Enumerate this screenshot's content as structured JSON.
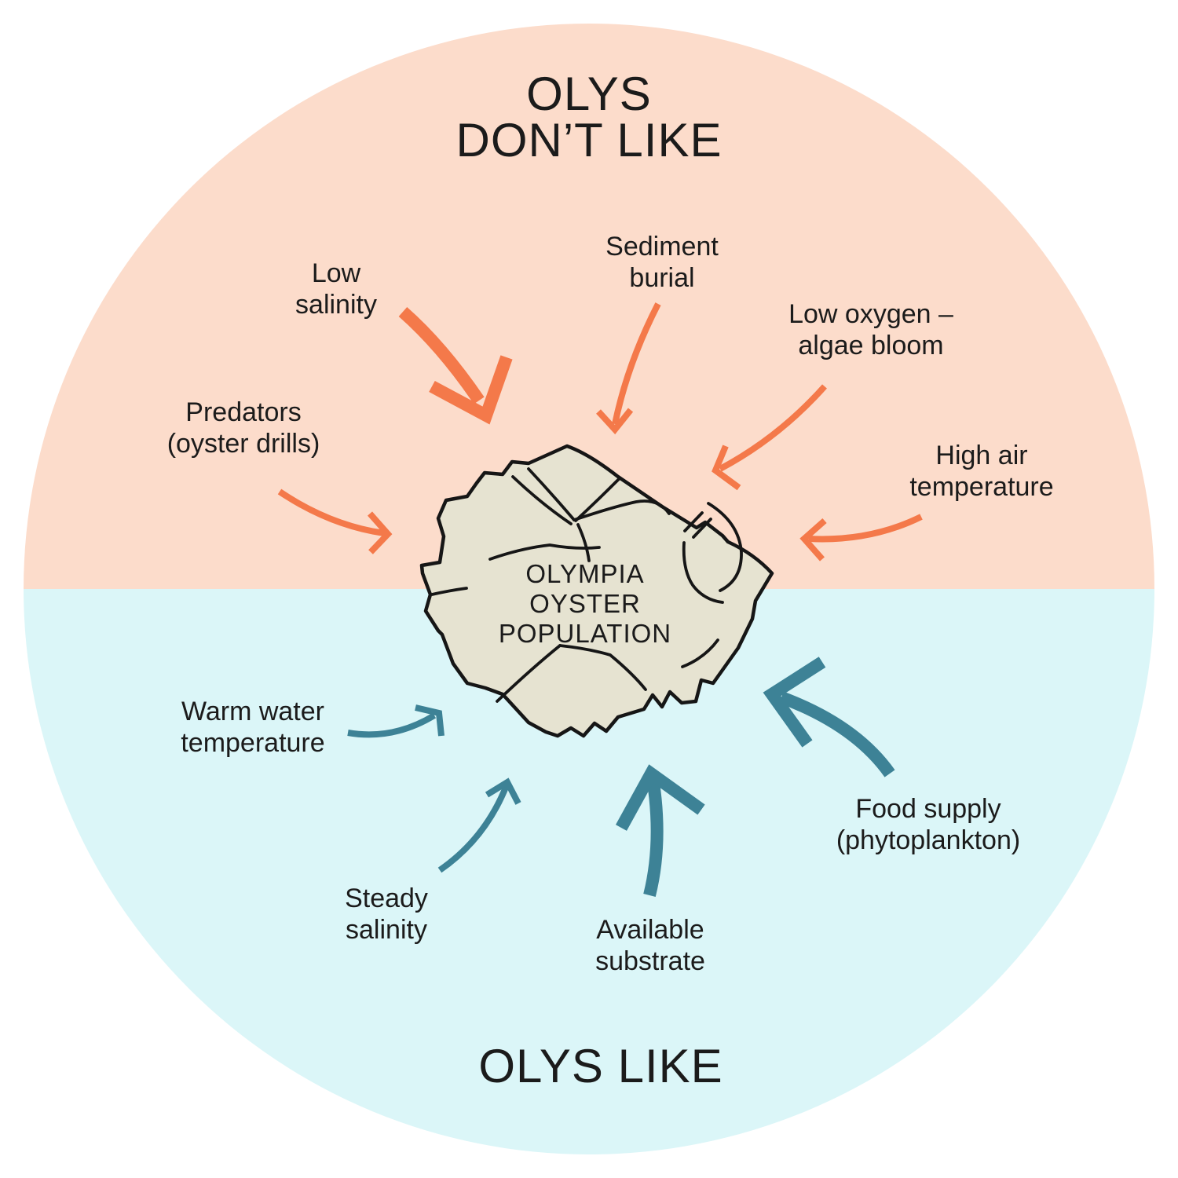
{
  "diagram": {
    "top_section": {
      "title": "OLYS\nDON’T LIKE",
      "factors": [
        {
          "label": "Low\nsalinity",
          "arrow": "strong"
        },
        {
          "label": "Sediment\nburial",
          "arrow": "normal"
        },
        {
          "label": "Low oxygen –\nalgae bloom",
          "arrow": "normal"
        },
        {
          "label": "High air\ntemperature",
          "arrow": "normal"
        },
        {
          "label": "Predators\n(oyster drills)",
          "arrow": "normal"
        }
      ]
    },
    "bottom_section": {
      "title": "OLYS LIKE",
      "factors": [
        {
          "label": "Warm water\ntemperature",
          "arrow": "normal"
        },
        {
          "label": "Steady\nsalinity",
          "arrow": "normal"
        },
        {
          "label": "Available\nsubstrate",
          "arrow": "strong"
        },
        {
          "label": "Food supply\n(phytoplankton)",
          "arrow": "strong"
        }
      ]
    },
    "center": {
      "label": "OLYMPIA\nOYSTER\nPOPULATION"
    }
  },
  "colors": {
    "background": "#ffffff",
    "dont_like_bg": "#fcdccb",
    "like_bg": "#dbf6f8",
    "dont_like_arrow": "#f4794a",
    "like_arrow": "#3d8296",
    "oyster_fill": "#e6e3d1",
    "outline": "#161616",
    "text": "#1b1b1b"
  }
}
